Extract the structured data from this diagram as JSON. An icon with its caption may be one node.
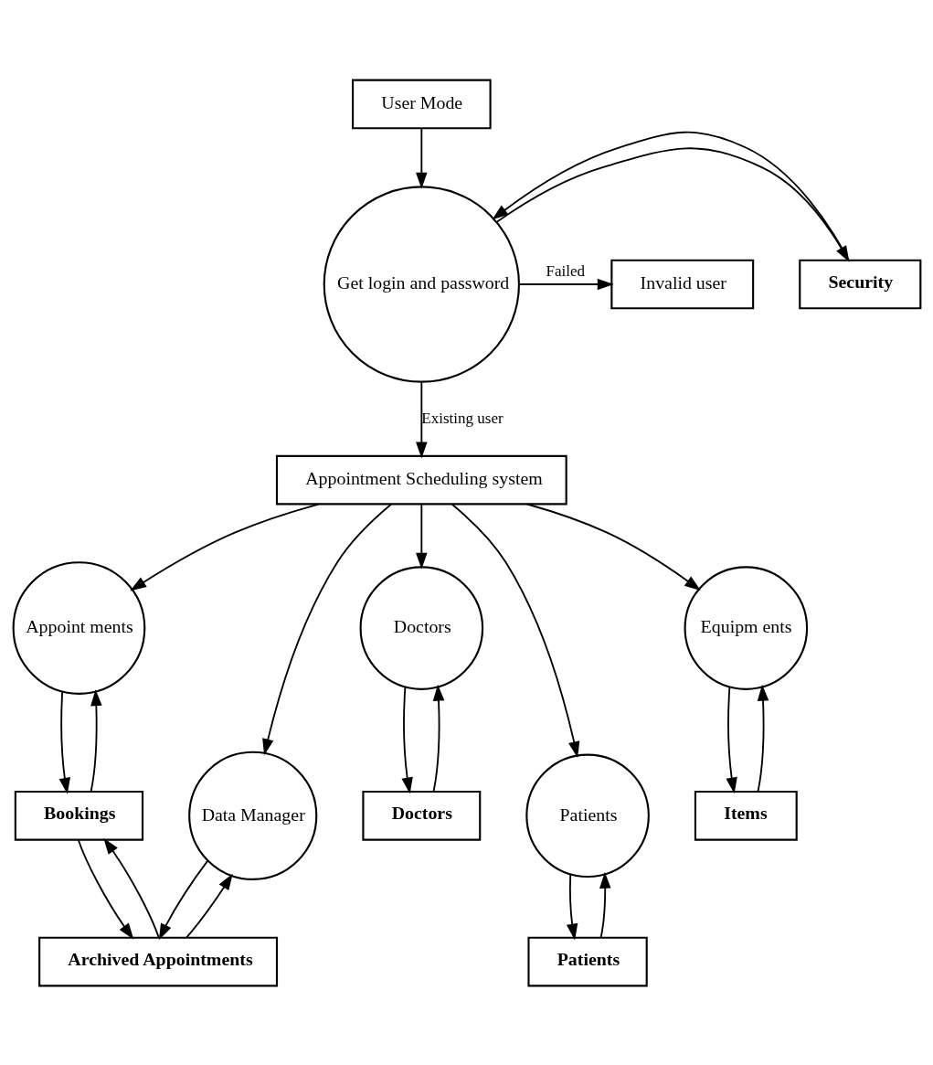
{
  "diagram": {
    "nodes": [
      {
        "text": [
          "User Mode"
        ]
      },
      {
        "text": [
          "Get login and password"
        ]
      },
      {
        "text": [
          "Security"
        ]
      },
      {
        "text": [
          "Invalid user"
        ]
      },
      {
        "text": [
          "Appointment Scheduling system"
        ]
      },
      {
        "text": [
          "Appoint ments"
        ]
      },
      {
        "text": [
          "Data Manager"
        ]
      },
      {
        "text": [
          "Doctors"
        ]
      },
      {
        "text": [
          "Patients"
        ]
      },
      {
        "text": [
          "Equipm ents"
        ]
      },
      {
        "text": [
          "Bookings"
        ]
      },
      {
        "text": [
          "Archived Appointments"
        ]
      },
      {
        "text": [
          "Doctors"
        ]
      },
      {
        "text": [
          "Patients"
        ]
      },
      {
        "text": [
          "Items"
        ]
      }
    ],
    "edges": [
      {
        "from": 0,
        "to": 1,
        "arrow": "to"
      },
      {
        "from": 1,
        "to": 2,
        "arrow": "to"
      },
      {
        "from": 2,
        "to": 1,
        "arrow": "to"
      },
      {
        "from": 1,
        "to": 3,
        "arrow": "to",
        "label": "Failed"
      },
      {
        "from": 1,
        "to": 4,
        "arrow": "to",
        "label": "Existing user"
      },
      {
        "from": 4,
        "to": 5,
        "arrow": "to"
      },
      {
        "from": 4,
        "to": 6,
        "arrow": "to"
      },
      {
        "from": 4,
        "to": 7,
        "arrow": "to"
      },
      {
        "from": 4,
        "to": 8,
        "arrow": "to"
      },
      {
        "from": 4,
        "to": 9,
        "arrow": "to"
      },
      {
        "from": 5,
        "to": 10,
        "arrow": "to"
      },
      {
        "from": 10,
        "to": 5,
        "arrow": "to"
      },
      {
        "from": 10,
        "to": 11,
        "arrow": "to"
      },
      {
        "from": 11,
        "to": 10,
        "arrow": "to"
      },
      {
        "from": 11,
        "to": 6,
        "arrow": "to"
      },
      {
        "from": 6,
        "to": 11,
        "arrow": "to"
      },
      {
        "from": 7,
        "to": 12,
        "arrow": "to"
      },
      {
        "from": 12,
        "to": 7,
        "arrow": "to"
      },
      {
        "from": 13,
        "to": 8,
        "arrow": "to"
      },
      {
        "from": 8,
        "to": 13,
        "arrow": "to"
      },
      {
        "from": 9,
        "to": 14,
        "arrow": "to"
      },
      {
        "from": 14,
        "to": 9,
        "arrow": "to"
      }
    ]
  }
}
